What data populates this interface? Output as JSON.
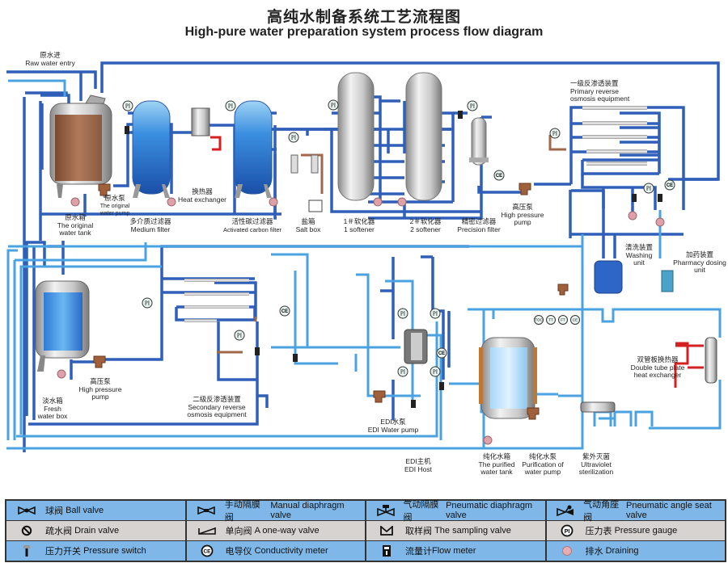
{
  "title": {
    "cn": "高纯水制备系统工艺流程图",
    "en": "High-pure water preparation system process flow diagram"
  },
  "colors": {
    "pipe_dark": "#2f5fb8",
    "pipe_light": "#4aa3e0",
    "pipe_steam": "#d42020",
    "pipe_brown": "#8a4a30",
    "legend_blue": "#7fb8e8",
    "legend_gray": "#d6d3d0"
  },
  "equipment": {
    "raw_water_entry": {
      "cn": "原水进",
      "en": "Raw water entry"
    },
    "original_water_tank": {
      "cn": "原水箱",
      "en": [
        "The original",
        "water tank"
      ]
    },
    "original_water_pump": {
      "cn": "原水泵",
      "en": [
        "The original",
        "water pump"
      ]
    },
    "medium_filter": {
      "cn": "多介质过滤器",
      "en": "Medium filter"
    },
    "heat_exchanger": {
      "cn": "换热器",
      "en": "Heat exchanger"
    },
    "activated_carbon_filter": {
      "cn": "活性碳过滤器",
      "en": "Activated carbon filter"
    },
    "salt_box": {
      "cn": "盐箱",
      "en": "Salt box"
    },
    "softener_1": {
      "cn": "1＃软化器",
      "en": "1 softener"
    },
    "softener_2": {
      "cn": "2＃软化器",
      "en": "2 softener"
    },
    "precision_filter": {
      "cn": "精密过滤器",
      "en": "Precision filter"
    },
    "high_pressure_pump_1": {
      "cn": "高压泵",
      "en": [
        "High pressure",
        "pump"
      ]
    },
    "primary_ro": {
      "cn": "一级反渗透装置",
      "en": [
        "Primary reverse",
        "osmosis equipment"
      ]
    },
    "washing_unit": {
      "cn": "清洗装置",
      "en": [
        "Washing",
        "unit"
      ]
    },
    "pharmacy_dosing": {
      "cn": "加药装置",
      "en": [
        "Pharmacy dosing",
        "unit"
      ]
    },
    "fresh_water_box": {
      "cn": "淡水箱",
      "en": [
        "Fresh",
        "water box"
      ]
    },
    "high_pressure_pump_2": {
      "cn": "高压泵",
      "en": [
        "High pressure",
        "pump"
      ]
    },
    "secondary_ro": {
      "cn": "二级反渗透装置",
      "en": [
        "Secondary reverse",
        "osmosis equipment"
      ]
    },
    "edi_water_pump": {
      "cn": "EDI水泵",
      "en": "EDI Water pump"
    },
    "edi_host": {
      "cn": "EDI主机",
      "en": "EDI Host"
    },
    "purified_water_tank": {
      "cn": "纯化水箱",
      "en": [
        "The purified",
        "water tank"
      ]
    },
    "purification_pump": {
      "cn": "纯化水泵",
      "en": [
        "Purification of",
        "water pump"
      ]
    },
    "uv_sterilization": {
      "cn": "紫外灭菌",
      "en": [
        "Ultraviolet",
        "sterilization"
      ]
    },
    "double_tube_hx": {
      "cn": "双管板换热器",
      "en": [
        "Double tube plate",
        "heat exchanger"
      ]
    }
  },
  "instruments": {
    "pi": "PI",
    "ce": "CE",
    "loop_sensors": [
      "TOC",
      "TT",
      "FT",
      "CE"
    ]
  },
  "legend": [
    [
      {
        "icon": "ball-valve",
        "cn": "球阀",
        "en": "Ball valve"
      },
      {
        "icon": "manual-diaphragm-valve",
        "cn": "手动隔膜阀",
        "en": "Manual diaphragm valve"
      },
      {
        "icon": "pneumatic-diaphragm-valve",
        "cn": "气动隔膜阀",
        "en": "Pneumatic diaphragm valve"
      },
      {
        "icon": "pneumatic-angle-seat-valve",
        "cn": "气动角座阀",
        "en": "Pneumatic angle seat valve"
      }
    ],
    [
      {
        "icon": "drain-valve",
        "cn": "疏水阀",
        "en": "Drain valve"
      },
      {
        "icon": "one-way-valve",
        "cn": "单向阀",
        "en": "A one-way valve"
      },
      {
        "icon": "sampling-valve",
        "cn": "取样阀",
        "en": "The sampling valve"
      },
      {
        "icon": "pressure-gauge",
        "cn": "压力表",
        "en": "Pressure gauge"
      }
    ],
    [
      {
        "icon": "pressure-switch",
        "cn": "压力开关",
        "en": "Pressure switch"
      },
      {
        "icon": "conductivity-meter",
        "cn": "电导仪",
        "en": "Conductivity meter"
      },
      {
        "icon": "flow-meter",
        "cn": "流量计",
        "en": "Flow meter"
      },
      {
        "icon": "draining",
        "cn": "排水",
        "en": "Draining"
      }
    ]
  ]
}
